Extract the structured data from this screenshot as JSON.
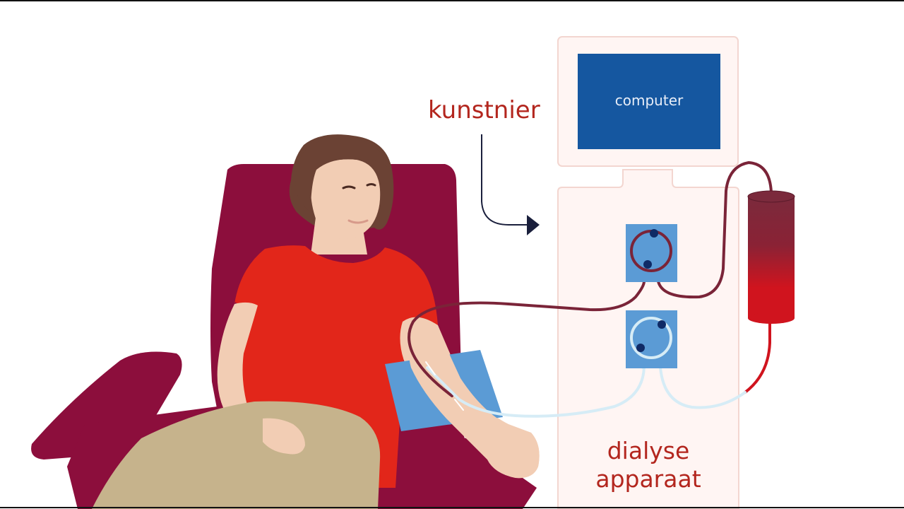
{
  "labels": {
    "kunstnier": "kunstnier",
    "computer": "computer",
    "dialyse_line1": "dialyse",
    "dialyse_line2": "apparaat"
  },
  "colors": {
    "chair": "#8c0e3c",
    "shirt": "#e2261a",
    "skin": "#f2cdb4",
    "hair": "#6b4234",
    "blanket": "#c6b38c",
    "pillow": "#5b9bd5",
    "machine": "#fff5f3",
    "machine_border": "#f3d6d0",
    "screen": "#1557a0",
    "pump": "#5b9bd5",
    "tube_blood": "#7a2438",
    "tube_clean": "#d6ecf6",
    "filter_top": "#7b2a3c",
    "filter_bottom": "#d0141e",
    "arrow": "#1a1f3c",
    "label_red": "#b3261e"
  },
  "icons": [
    "arrow-icon",
    "pump-icon",
    "filter-icon",
    "needle-icon"
  ]
}
